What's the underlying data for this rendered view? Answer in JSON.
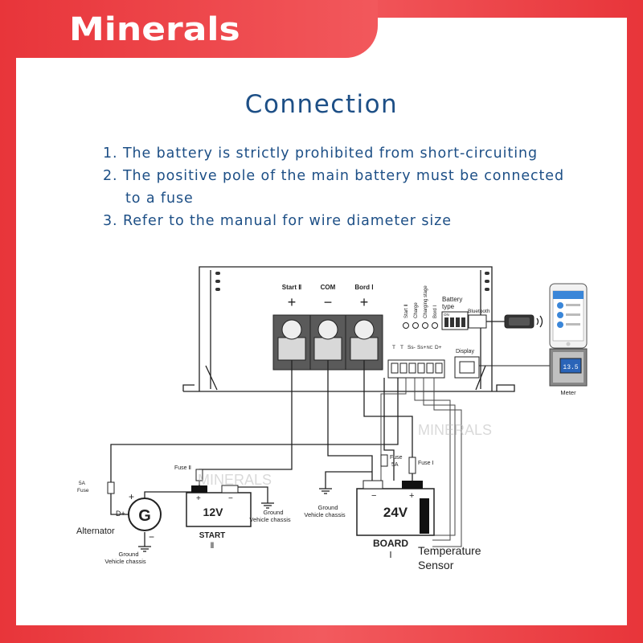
{
  "brand": {
    "logo": "Minerals"
  },
  "title": "Connection",
  "notes": [
    "1. The battery is strictly prohibited from short-circuiting",
    "2. The positive pole of the main battery must be connected",
    "to a fuse",
    "3. Refer to the manual for wire diameter size"
  ],
  "diagram": {
    "terminals": [
      "Start Ⅱ",
      "COM",
      "Bord Ⅰ"
    ],
    "polarity": [
      "+",
      "−",
      "+"
    ],
    "leds": [
      "Start Ⅱ",
      "Charge",
      "Charging stage",
      "Bord Ⅰ"
    ],
    "battery_type": "Battery type",
    "switch_on": "ON",
    "bluetooth": "Bluetooth",
    "display": "Display",
    "connector_pins": [
      "T",
      "T",
      "Ss-",
      "Ss+",
      "NC",
      "D+"
    ],
    "meter": "Meter",
    "meter_reading": "13.5",
    "fuse_left": "5A Fuse",
    "fuse_start": "Fuse Ⅱ",
    "fuse_5a": "Fuse 5A",
    "fuse_board": "Fuse Ⅰ",
    "alternator_letter": "G",
    "alternator": "Alternator",
    "d_plus": "D+",
    "batt_start_voltage": "12V",
    "batt_start_name": "START",
    "batt_start_roman": "Ⅱ",
    "batt_board_voltage": "24V",
    "batt_board_name": "BOARD",
    "batt_board_roman": "Ⅰ",
    "ground": "Ground",
    "vehicle_chassis": "Vehicle chassis",
    "temp_sensor_1": "Temperature",
    "temp_sensor_2": "Sensor",
    "watermark": "MINERALS"
  },
  "colors": {
    "frame": "#e8353a",
    "text_blue": "#1d4f86",
    "line": "#222222",
    "terminal_gray": "#5a5a5a"
  }
}
